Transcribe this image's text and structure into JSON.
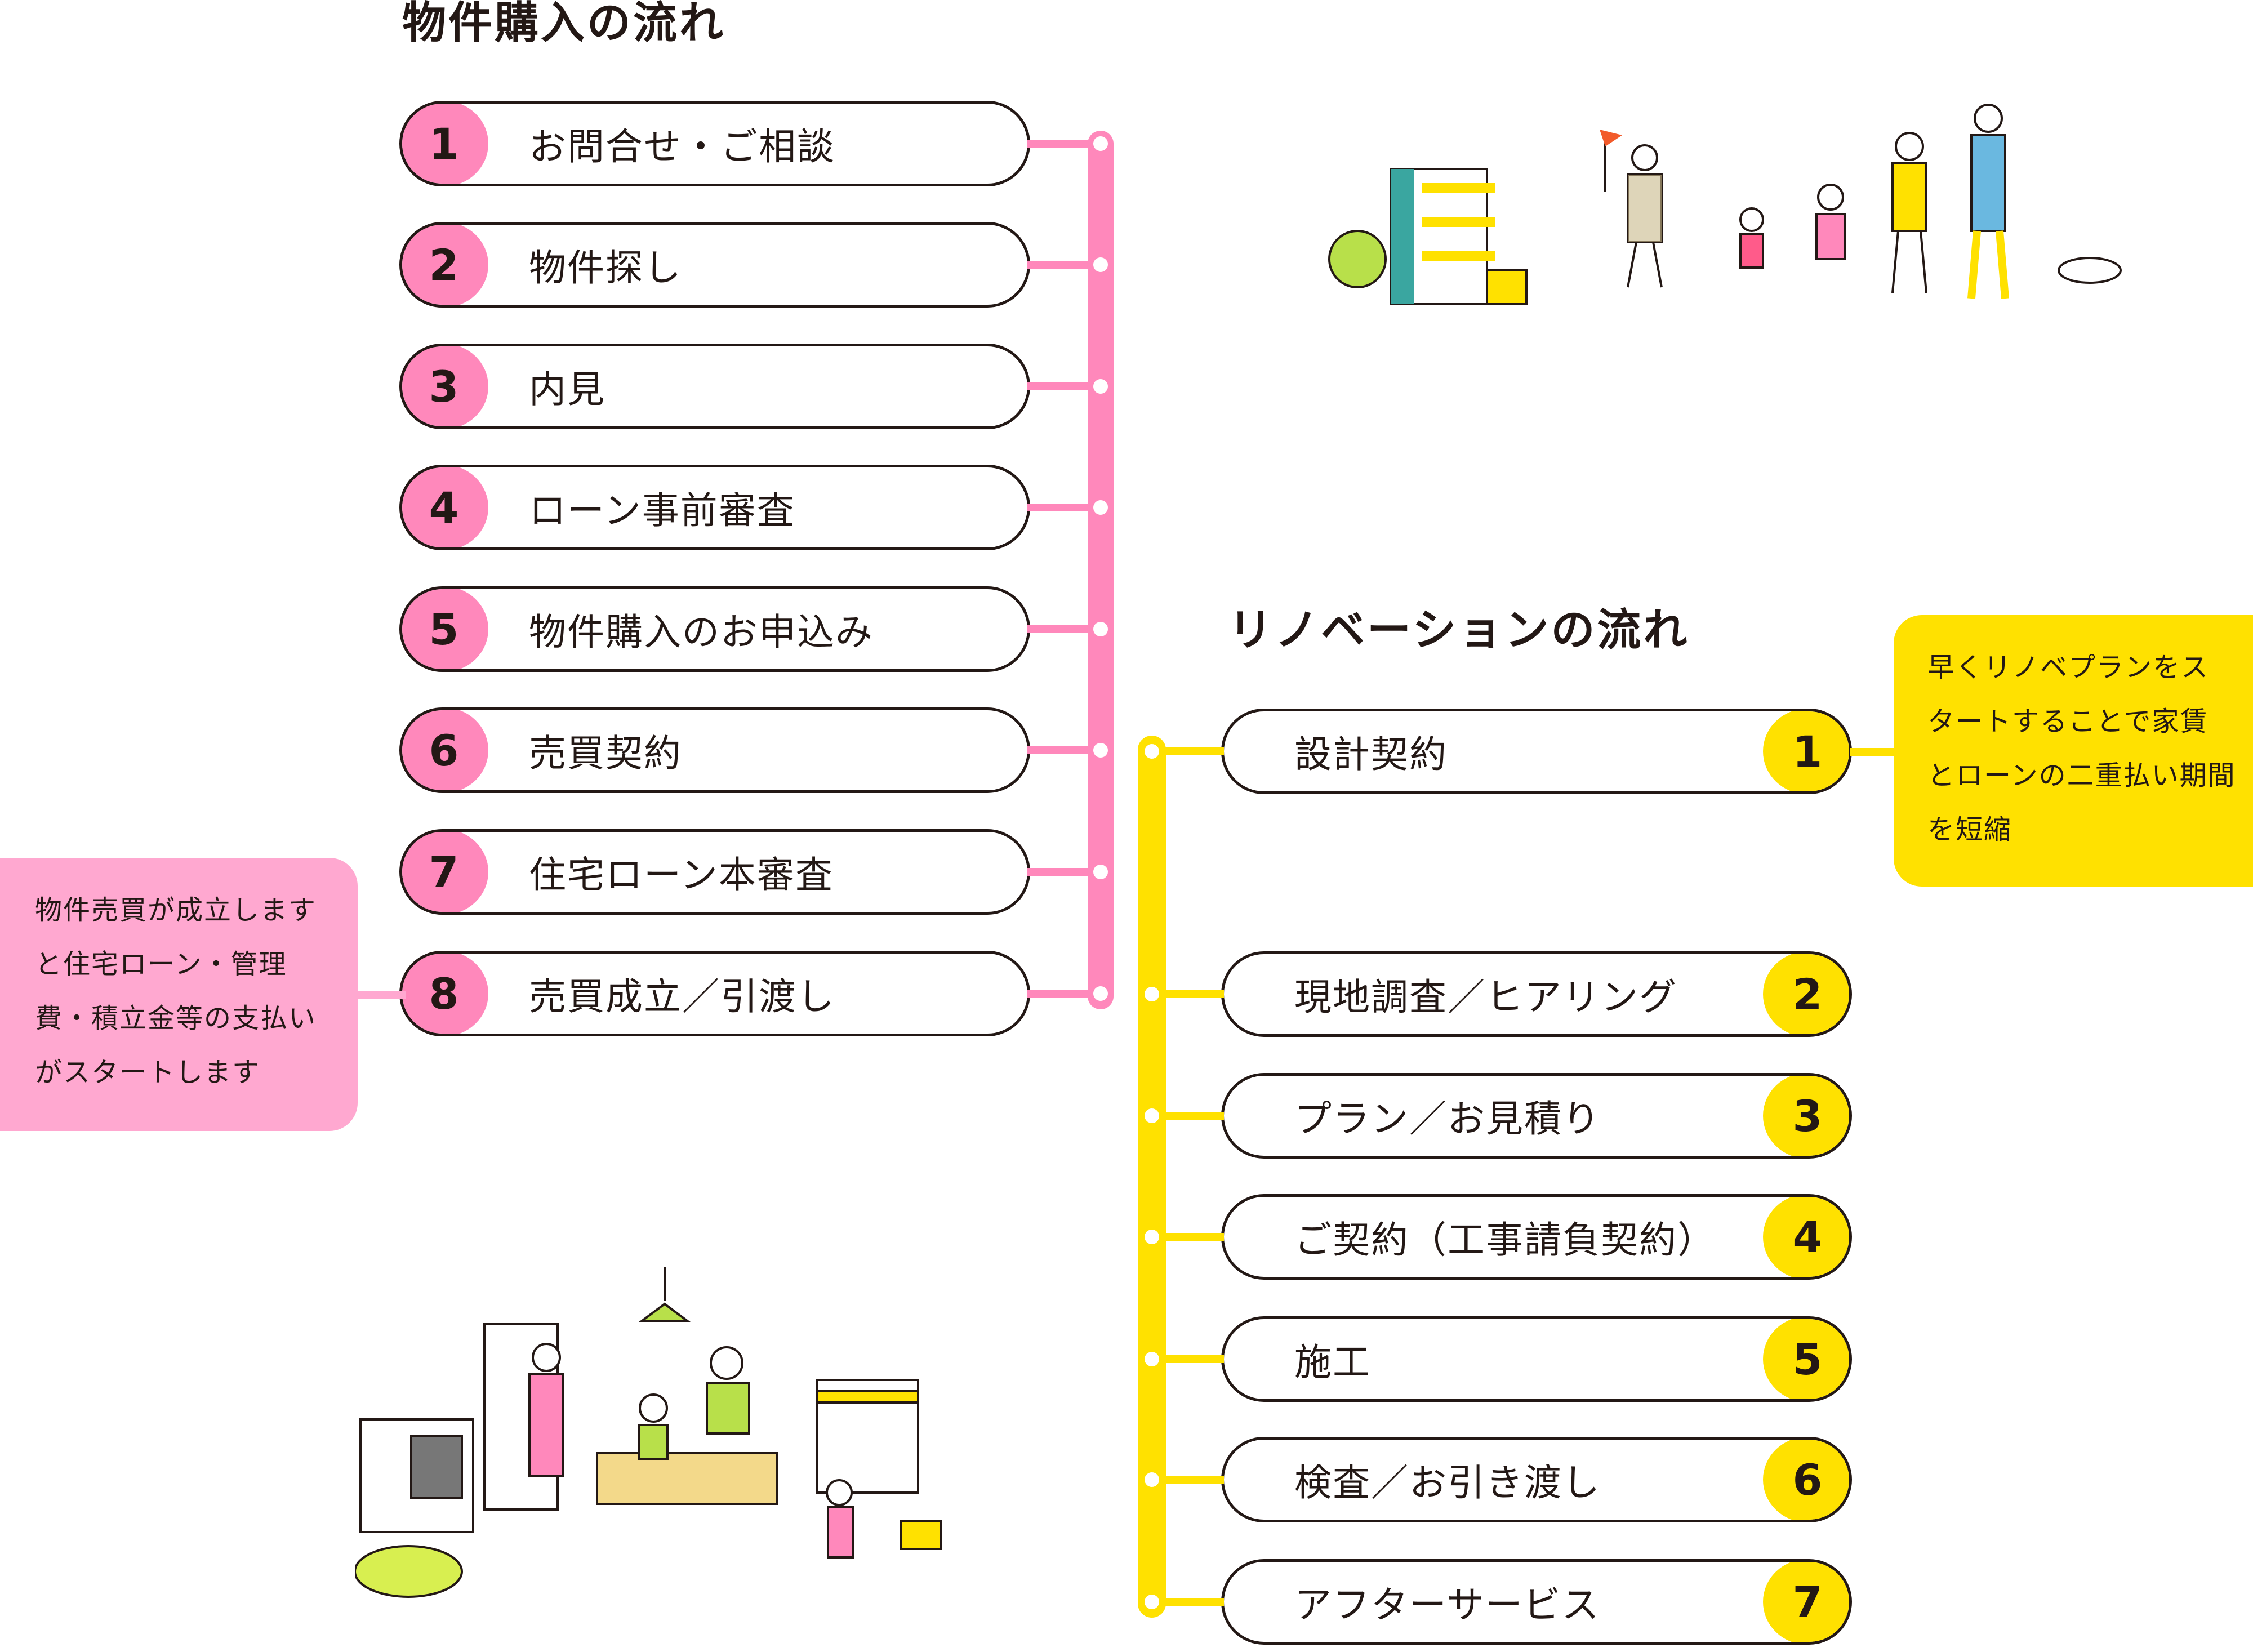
{
  "purchase": {
    "title": "物件購入の流れ",
    "steps": [
      {
        "n": "1",
        "label": "お問合せ・ご相談"
      },
      {
        "n": "2",
        "label": "物件探し"
      },
      {
        "n": "3",
        "label": "内見"
      },
      {
        "n": "4",
        "label": "ローン事前審査"
      },
      {
        "n": "5",
        "label": "物件購入のお申込み"
      },
      {
        "n": "6",
        "label": "売買契約"
      },
      {
        "n": "7",
        "label": "住宅ローン本審査"
      },
      {
        "n": "8",
        "label": "売買成立／引渡し"
      }
    ],
    "note": "物件売買が成立しますと住宅ローン・管理費・積立金等の支払いがスタートします",
    "color": "#ff88bb"
  },
  "renovation": {
    "title": "リノベーションの流れ",
    "steps": [
      {
        "n": "1",
        "label": "設計契約"
      },
      {
        "n": "2",
        "label": "現地調査／ヒアリング"
      },
      {
        "n": "3",
        "label": "プラン／お見積り"
      },
      {
        "n": "4",
        "label": "ご契約（工事請負契約）"
      },
      {
        "n": "5",
        "label": "施工"
      },
      {
        "n": "6",
        "label": "検査／お引き渡し"
      },
      {
        "n": "7",
        "label": "アフターサービス"
      }
    ],
    "note": "早くリノベプランをスタートすることで家賃とローンの二重払い期間を短縮",
    "color": "#ffe100"
  }
}
